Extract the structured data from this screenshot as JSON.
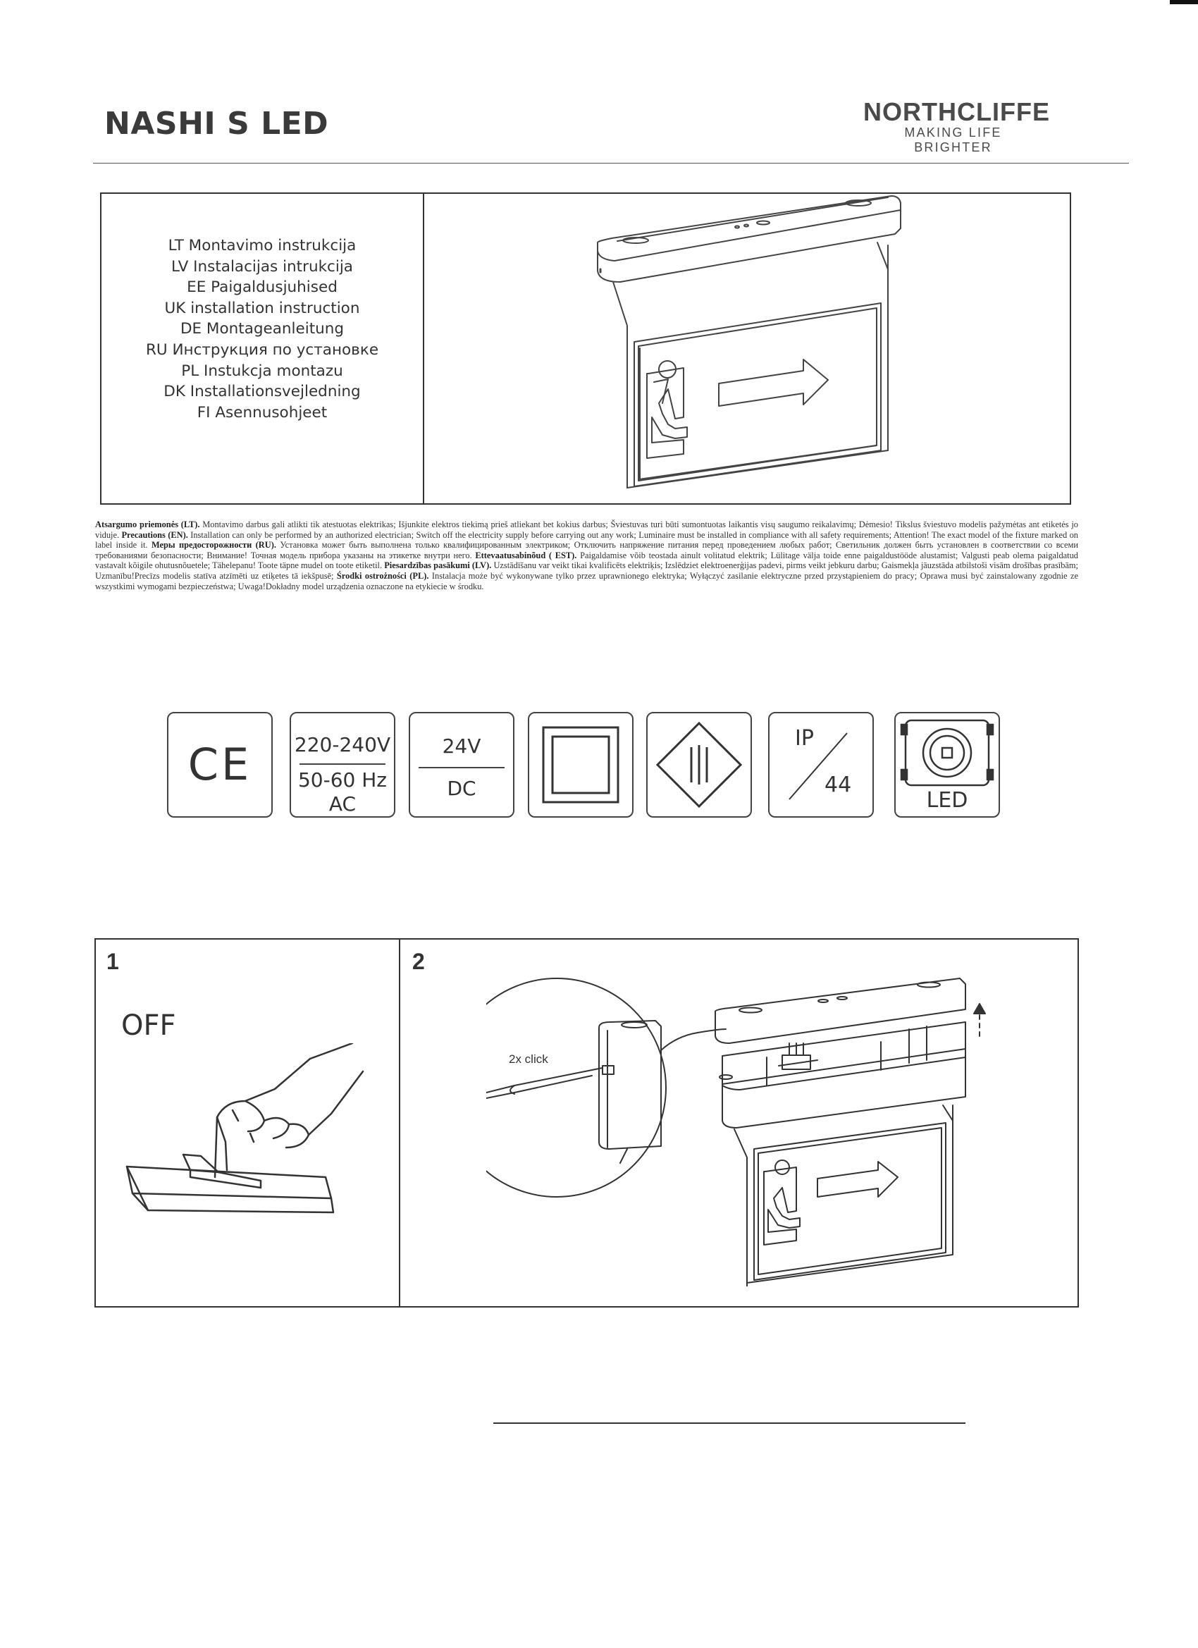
{
  "header": {
    "title": "NASHI S LED",
    "brand_name": "NORTHCLIFFE",
    "brand_tagline": "MAKING LIFE BRIGHTER"
  },
  "languages": [
    "LT Montavimo instrukcija",
    "LV Instalacijas intrukcija",
    "EE Paigaldusjuhised",
    "UK installation instruction",
    "DE Montageanleitung",
    "RU Инструкция по установке",
    "PL Instukcja montazu",
    "DK Installationsvejledning",
    "FI Asennusohjeet"
  ],
  "precautions": [
    {
      "heading": "Atsargumo priemonės (LT).",
      "text": " Montavimo darbus gali atlikti tik atestuotas elektrikas; Išjunkite elektros tiekimą prieš atliekant bet kokius darbus; Šviestuvas turi būti sumontuotas laikantis visų saugumo reikalavimų; Dėmesio! Tikslus šviestuvo modelis pažymėtas ant etiketės jo viduje. "
    },
    {
      "heading": "Precautions (EN).",
      "text": " Installation can only be performed by an authorized electrician; Switch off the electricity supply before carrying out any work; Luminaire must be installed in compliance with all safety requirements; Attention! The exact model of the fixture marked on label inside it. "
    },
    {
      "heading": "Меры предосторожности (RU).",
      "text": " Установка может быть выполнена только квалифицированным электриком; Отключить напряжение питания перед проведением любых работ; Светильник должен быть установлен в соответствии со всеми требованиями безопасности; Внимание! Точная модель прибора указаны на этикетке внутри него. "
    },
    {
      "heading": "Ettevaatusabinõud ( EST).",
      "text": " Paigaldamise võib teostada ainult volitatud elektrik; Lülitage välja toide enne paigaldustööde alustamist; Valgusti peab olema paigaldatud vastavalt kõigile ohutusnõuetele; Tähelepanu! Toote täpne mudel on toote etiketil. "
    },
    {
      "heading": "Piesardzības pasākumi (LV).",
      "text": " Uzstādīšanu var veikt tikai kvalificēts elektriķis; Izslēdziet elektroenerģijas padevi, pirms veikt jebkuru darbu; Gaismekļa jāuzstāda atbilstoši visām drošības prasībām; Uzmanību!Precīzs modelis statīva atzīmēti uz etiķetes tā iekšpusē; "
    },
    {
      "heading": "Środki ostrożności (PL).",
      "text": " Instalacja może być wykonywane tylko przez uprawnionego elektryka; Wyłączyć zasilanie elektryczne przed przystąpieniem do pracy; Oprawa musi być zainstalowany zgodnie ze wszystkimi wymogami bezpieczeństwa; Uwaga!Dokładny model urządzenia oznaczone na etykiecie w środku."
    }
  ],
  "symbols": {
    "ce": {
      "icon": "ce-mark-icon",
      "label": "CE"
    },
    "mains": {
      "icon": "mains-voltage-icon",
      "voltage": "220-240V",
      "frequency": "50-60 Hz",
      "current": "AC"
    },
    "dc": {
      "icon": "dc-voltage-icon",
      "voltage": "24V",
      "current": "DC"
    },
    "class2": {
      "icon": "double-insulation-icon"
    },
    "class3": {
      "icon": "class-iii-icon"
    },
    "ip": {
      "icon": "ip-rating-icon",
      "prefix": "IP",
      "value": "44"
    },
    "led": {
      "icon": "led-chip-icon",
      "label": "LED"
    }
  },
  "steps": [
    {
      "number": "1",
      "label": "OFF",
      "icon": "switch-off-hand-icon"
    },
    {
      "number": "2",
      "label": "2x click",
      "icon": "screwdriver-click-icon"
    }
  ]
}
